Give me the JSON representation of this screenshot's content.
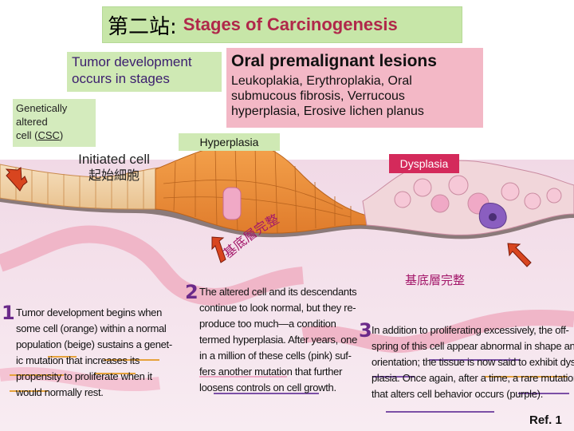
{
  "title": {
    "chinese": "第二站:",
    "english": "Stages of Carcinogenesis"
  },
  "tumor_box": {
    "line1": "Tumor development",
    "line2": "occurs in stages"
  },
  "premalignant": {
    "title": "Oral premalignant lesions",
    "line1": "Leukoplakia, Erythroplakia, Oral",
    "line2": "submucous fibrosis, Verrucous",
    "line3": "hyperplasia, Erosive lichen planus"
  },
  "genetic_label": {
    "line1": "Genetically",
    "line2": "altered",
    "line3_prefix": "cell (",
    "line3_csc": "CSC",
    "line3_suffix": ")"
  },
  "labels": {
    "hyperplasia": "Hyperplasia",
    "initiated_en": "Initiated cell",
    "initiated_cn": "起始細胞",
    "dysplasia": "Dysplasia",
    "basal_left": "基底層完整",
    "basal_right": "基底層完整"
  },
  "steps": [
    {
      "number": "1",
      "lines": [
        "Tumor development begins when",
        "some cell (orange) within a normal",
        "population (beige) sustains a genet-",
        "ic mutation that increases its",
        "propensity to proliferate when it",
        "would normally rest."
      ]
    },
    {
      "number": "2",
      "lines": [
        "The altered cell and its descendants",
        "continue to look normal, but they re-",
        "produce too much—a condition",
        "termed hyperplasia. After years, one",
        "in a million of these cells (pink) suf-",
        "fers another mutation that further",
        "loosens controls on cell growth."
      ]
    },
    {
      "number": "3",
      "lines": [
        "In addition to proliferating excessively, the off-",
        "spring of this cell appear abnormal in shape and in",
        "orientation; the tissue is now said to exhibit dys-",
        "plasia. Once again, after a time, a rare mutation",
        "that alters cell behavior occurs (purple)."
      ]
    }
  ],
  "reference": "Ref. 1",
  "colors": {
    "title_bg": "#c7e6a8",
    "title_accent": "#b0284a",
    "premalignant_bg": "#f3b8c6",
    "dysplasia_bg": "#d42a5b",
    "basal_text": "#a3176a",
    "step_number": "#6b2a8a",
    "underline_orange": "#e6a23c",
    "underline_purple": "#7b4fa6",
    "normal_cell": "#f4d9b0",
    "altered_cell": "#ee8a3a",
    "pink_cell": "#f0a9c6",
    "purple_cell": "#8a5ec0"
  }
}
